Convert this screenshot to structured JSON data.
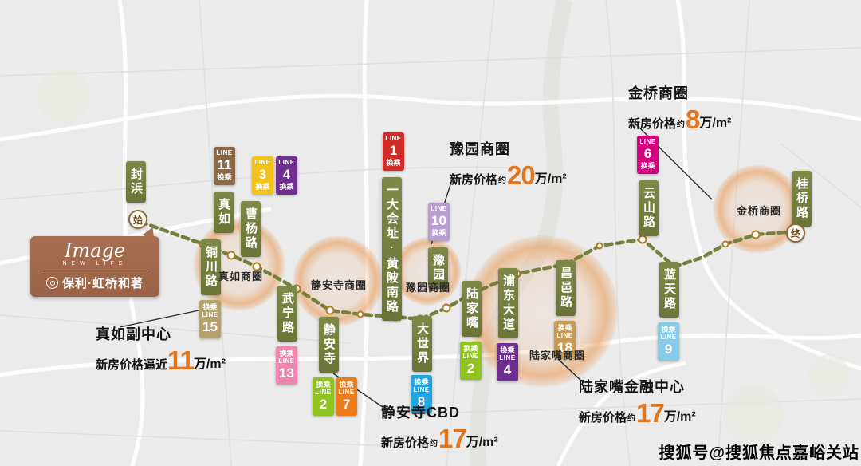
{
  "watermark": "搜狐号@搜狐焦点嘉峪关站",
  "logo": {
    "script": "Image",
    "subtitle": "NEW LIFE",
    "brand": "保利·虹桥和著"
  },
  "line": {
    "start": "始",
    "end": "终"
  },
  "stations": [
    {
      "name": "封浜"
    },
    {
      "name": "真如"
    },
    {
      "name": "曹杨路"
    },
    {
      "name": "铜川路"
    },
    {
      "name": "武宁路"
    },
    {
      "name": "静安寺"
    },
    {
      "name": "一大会址·黄陂南路"
    },
    {
      "name": "豫园"
    },
    {
      "name": "大世界"
    },
    {
      "name": "陆家嘴"
    },
    {
      "name": "浦东大道"
    },
    {
      "name": "昌邑路"
    },
    {
      "name": "云山路"
    },
    {
      "name": "蓝天路"
    },
    {
      "name": "桂桥路"
    }
  ],
  "badges": [
    {
      "word": "LINE",
      "num": "11",
      "transfer": "换乘",
      "color": "#8a6948"
    },
    {
      "word": "LINE",
      "num": "3",
      "transfer": "换乘",
      "color": "#f2c21c"
    },
    {
      "word": "LINE",
      "num": "4",
      "transfer": "换乘",
      "color": "#6e2f90"
    },
    {
      "word": "LINE",
      "num": "1",
      "transfer": "换乘",
      "color": "#d22c26"
    },
    {
      "word": "LINE",
      "num": "10",
      "transfer": "换乘",
      "color": "#b79ecf"
    },
    {
      "word": "LINE",
      "num": "15",
      "transfer": "换乘",
      "color": "#b5a16c"
    },
    {
      "word": "LINE",
      "num": "13",
      "transfer": "换乘",
      "color": "#ee85ae"
    },
    {
      "word": "LINE",
      "num": "2",
      "transfer": "换乘",
      "color": "#8fc31f"
    },
    {
      "word": "LINE",
      "num": "7",
      "transfer": "换乘",
      "color": "#ef7c1b"
    },
    {
      "word": "LINE",
      "num": "8",
      "transfer": "换乘",
      "color": "#1fa6e0"
    },
    {
      "word": "LINE",
      "num": "2",
      "transfer": "换乘",
      "color": "#8fc31f"
    },
    {
      "word": "LINE",
      "num": "4",
      "transfer": "换乘",
      "color": "#6e2f90"
    },
    {
      "word": "LINE",
      "num": "18",
      "transfer": "换乘",
      "color": "#c69a53"
    },
    {
      "word": "LINE",
      "num": "6",
      "transfer": "换乘",
      "color": "#d5007f"
    },
    {
      "word": "LINE",
      "num": "9",
      "transfer": "换乘",
      "color": "#85cbe8"
    }
  ],
  "circles": [
    {
      "label": "真如商圈"
    },
    {
      "label": "静安寺商圈"
    },
    {
      "label": "豫园商圈"
    },
    {
      "label": "陆家嘴商圈"
    },
    {
      "label": "金桥商圈"
    }
  ],
  "annotations": [
    {
      "title": "金桥商圈",
      "prefix": "新房价格",
      "approx": "约",
      "price": "8",
      "unit": "万/m²"
    },
    {
      "title": "豫园商圈",
      "prefix": "新房价格",
      "approx": "约",
      "price": "20",
      "unit": "万/m²"
    },
    {
      "title": "真如副中心",
      "prefix": "新房价格",
      "approx": "逼近",
      "price": "11",
      "unit": "万/m²"
    },
    {
      "title": "静安寺CBD",
      "prefix": "新房价格",
      "approx": "约",
      "price": "17",
      "unit": "万/m²"
    },
    {
      "title": "陆家嘴金融中心",
      "prefix": "新房价格",
      "approx": "约",
      "price": "17",
      "unit": "万/m²"
    }
  ],
  "colors": {
    "metro_line": "#75803f",
    "station_box": "#747e3d",
    "price_accent": "#e0751f",
    "logo_bg": "#a2674b",
    "circle_glow": "#e8934a"
  }
}
